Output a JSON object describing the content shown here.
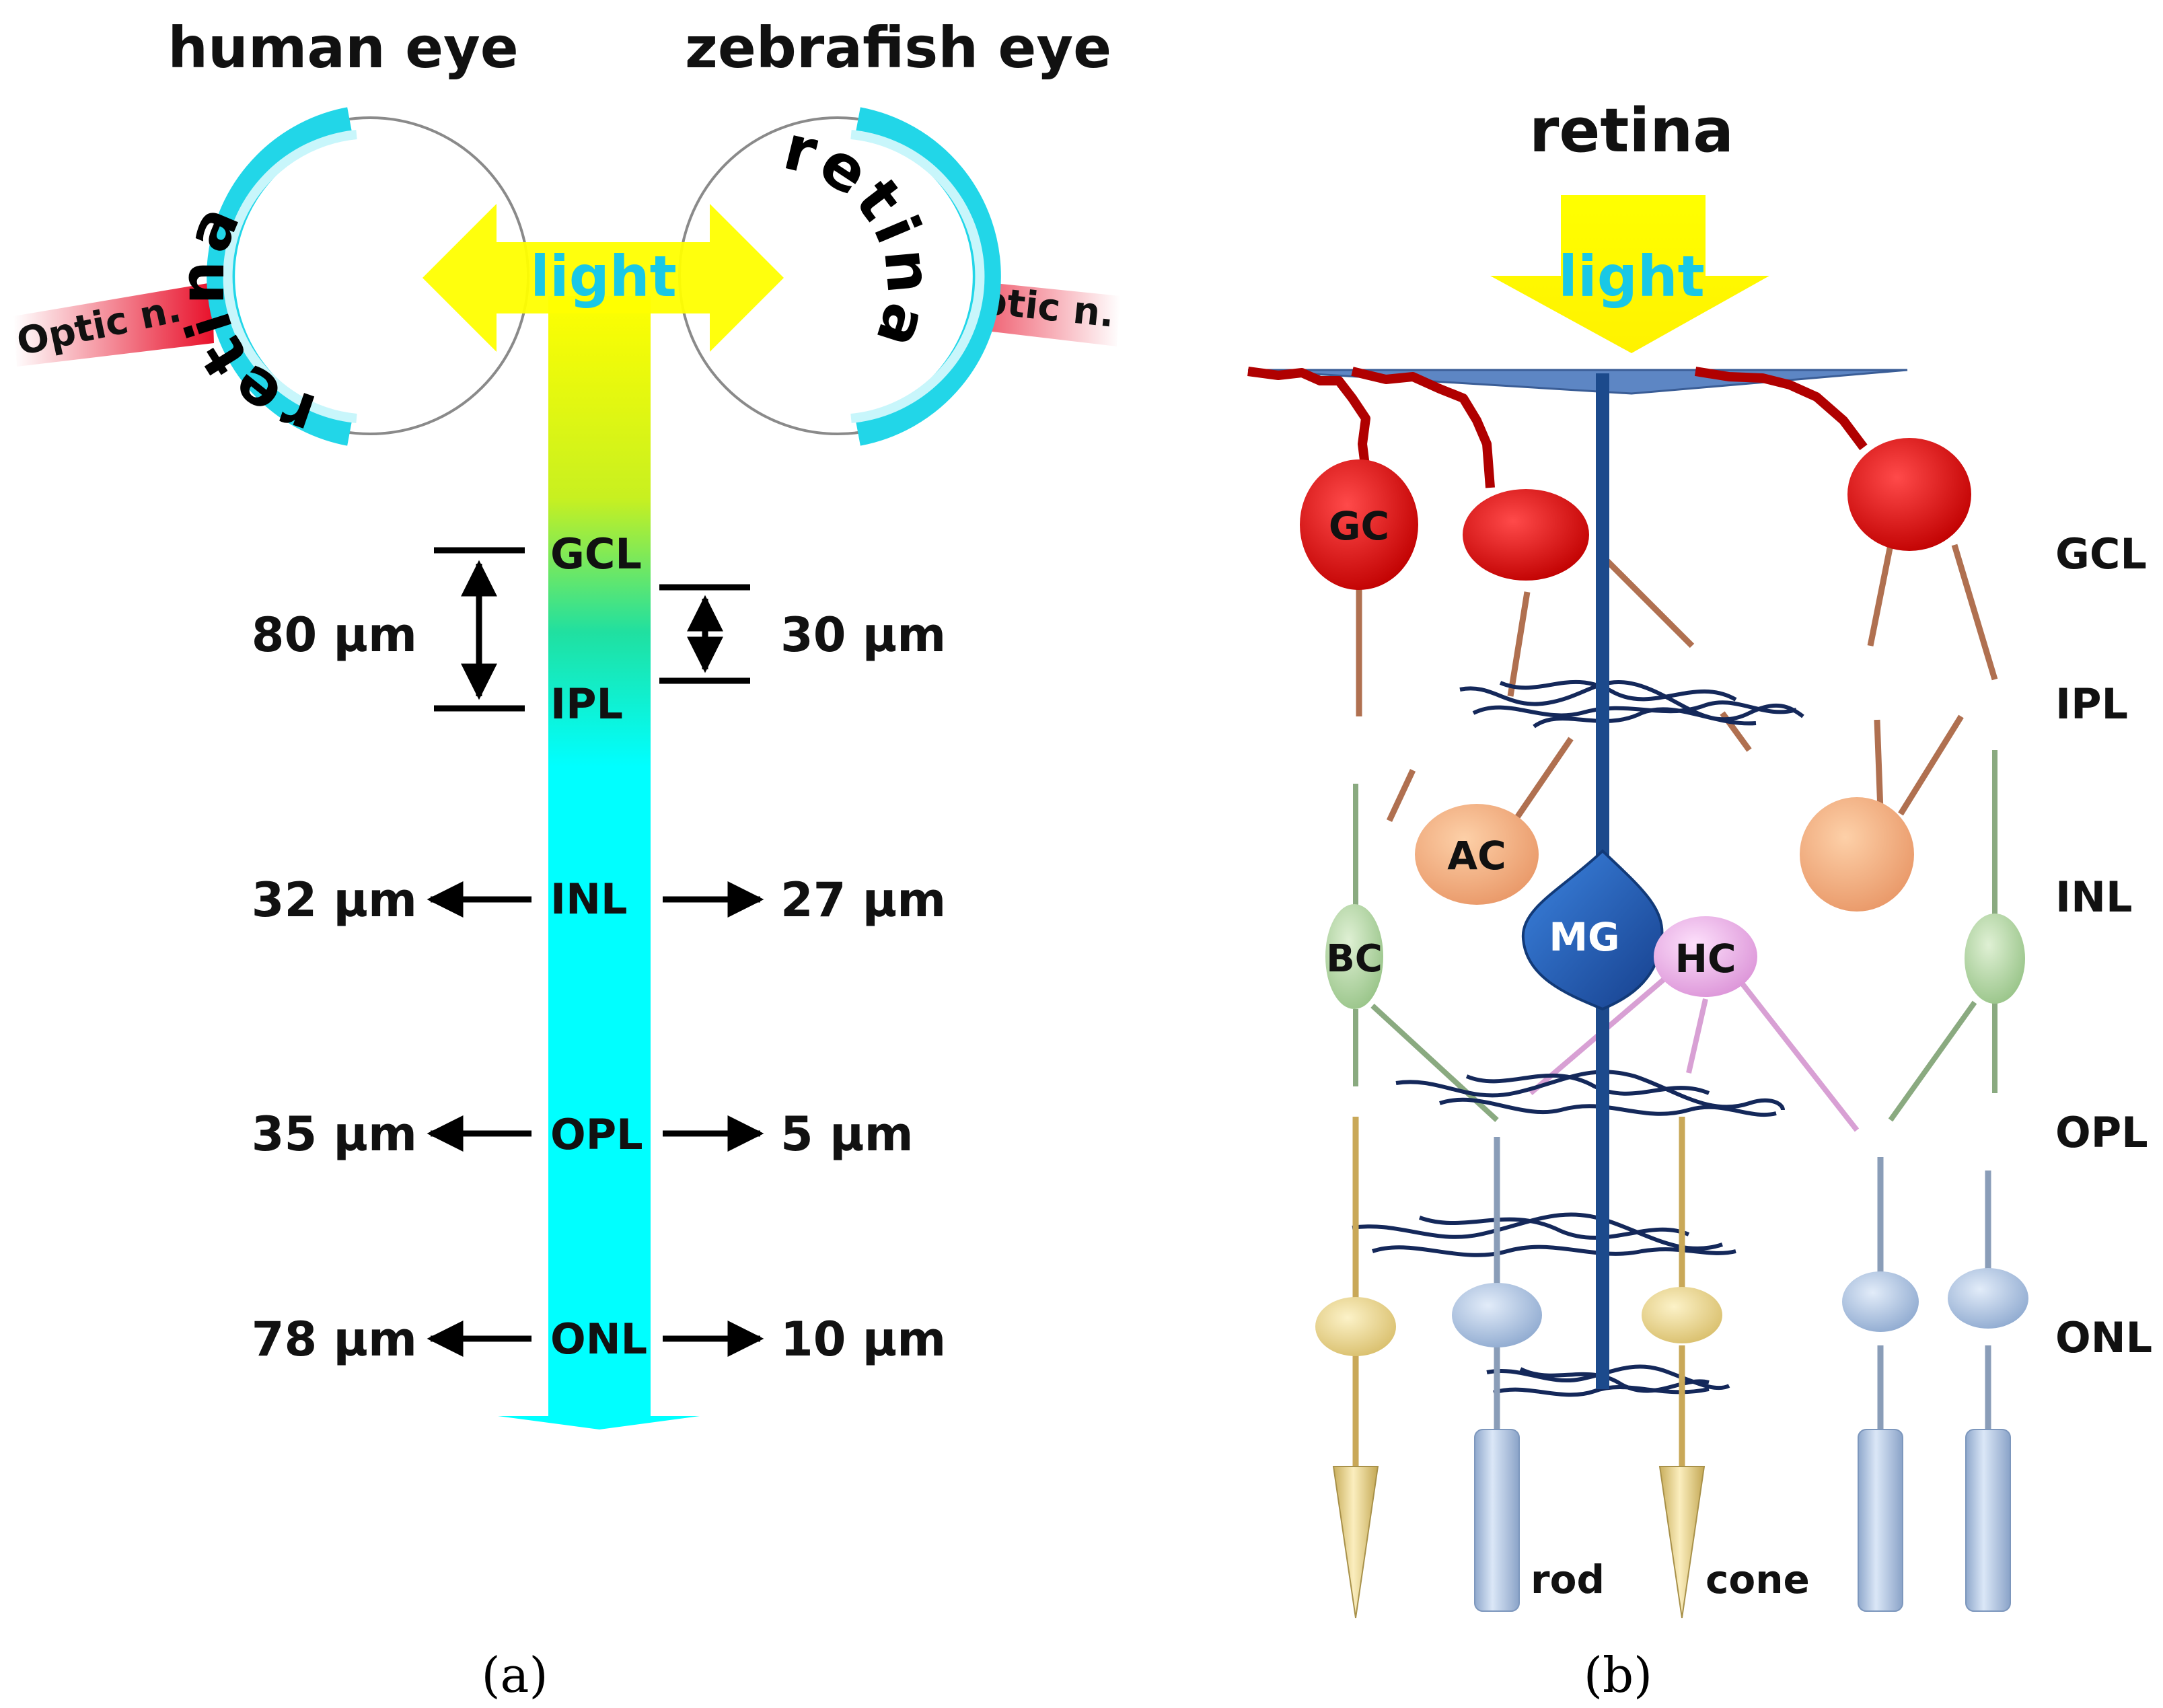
{
  "panel_a": {
    "caption": "(a)",
    "human_eye": "human eye",
    "zebrafish_eye": "zebrafish eye",
    "retina": "retina",
    "optic_nerve": "Optic n.",
    "light": "light",
    "layers": {
      "gcl": "GCL",
      "ipl": "IPL",
      "inl": "INL",
      "opl": "OPL",
      "onl": "ONL"
    },
    "human": {
      "gcl_ipl": "80 µm",
      "inl": "32 µm",
      "opl": "35 µm",
      "onl": "78 µm"
    },
    "zebrafish": {
      "gcl_ipl": "30 µm",
      "inl": "27 µm",
      "opl": "5 µm",
      "onl": "10 µm"
    }
  },
  "panel_b": {
    "caption": "(b)",
    "title": "retina",
    "light": "light",
    "cells": {
      "gc": "GC",
      "ac": "AC",
      "bc": "BC",
      "mg": "MG",
      "hc": "HC",
      "rod": "rod",
      "cone": "cone"
    },
    "layers": {
      "gcl": "GCL",
      "ipl": "IPL",
      "inl": "INL",
      "opl": "OPL",
      "onl": "ONL"
    }
  },
  "colors": {
    "eye_ring": "#22d6e8",
    "light_arrow": "#ffff00",
    "light_text": "#19c8e6",
    "column": "#00ffff",
    "ganglion": "#e00000",
    "amacrine": "#f7b080",
    "bipolar": "#b4d8a8",
    "muller": "#1f5fbf",
    "horizontal": "#f2b8f0",
    "rod": "#a9c3e6",
    "cone": "#f0dc94",
    "plexus": "#14285a"
  }
}
